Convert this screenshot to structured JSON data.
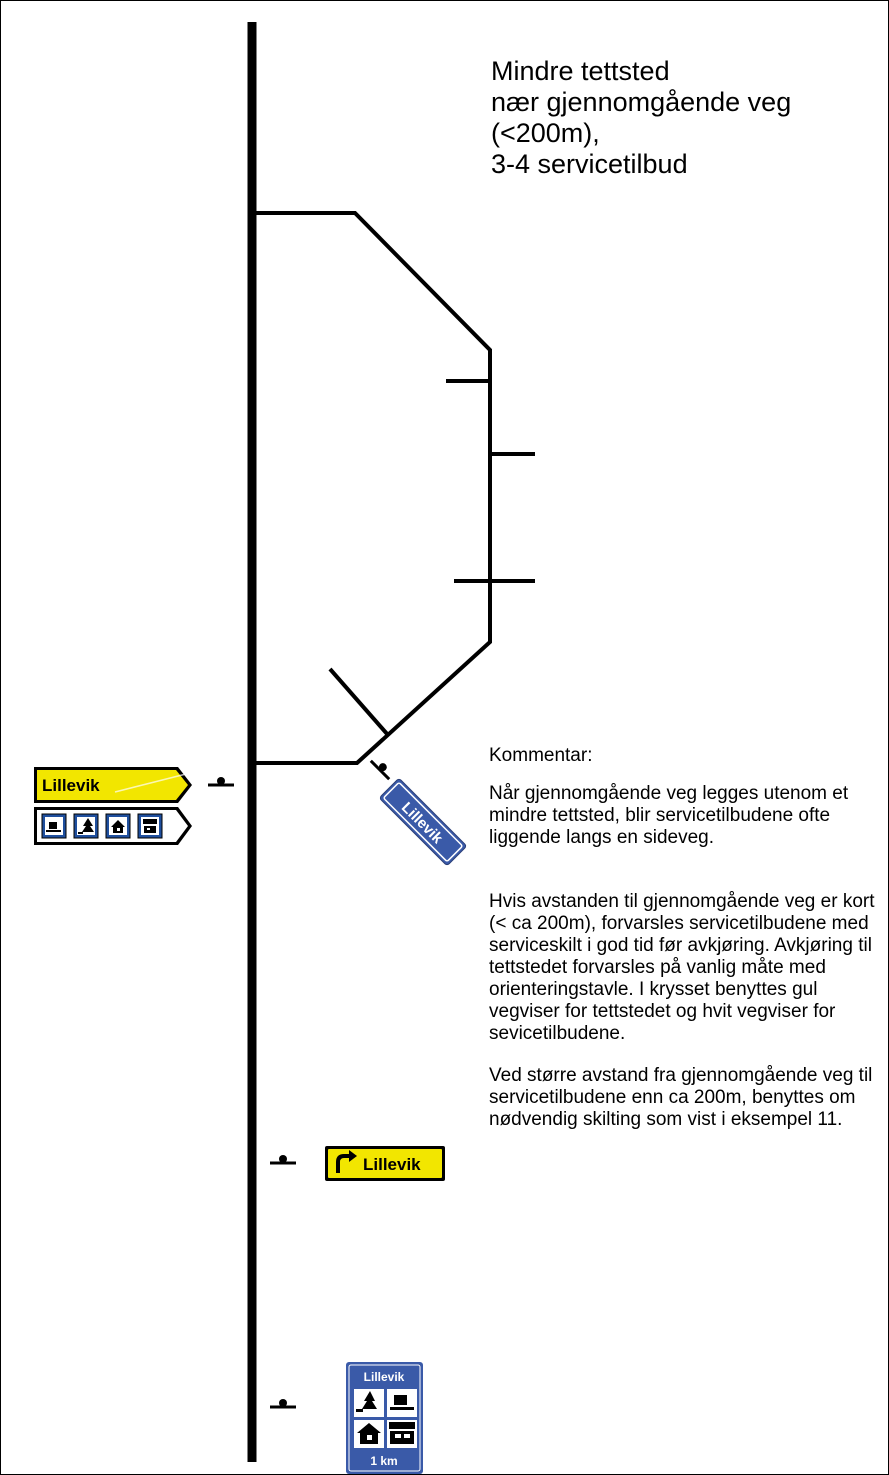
{
  "title": {
    "lines": [
      "Mindre tettsted",
      "nær gjennomgående veg",
      "(<200m),",
      "3-4 servicetilbud"
    ]
  },
  "comment": {
    "heading": "Kommentar:",
    "paragraphs": [
      "Når gjennomgående veg legges utenom et mindre tettsted, blir servicetilbudene ofte liggende langs en sideveg.",
      "Hvis avstanden til gjennomgående veg er kort (< ca 200m), forvarsles servicetilbudene med serviceskilt i god tid før avkjøring. Avkjøring til tettstedet forvarsles på vanlig måte med orienteringstavle. I krysset benyttes gul vegviser for tettstedet og hvit vegviser for sevicetilbudene.",
      "Ved større avstand fra gjennomgående veg til servicetilbudene enn ca 200m, benyttes om nødvendig skilting som vist i eksempel 11."
    ]
  },
  "signs": {
    "yellow_direction": {
      "text": "Lillevik",
      "color": "#f2e600",
      "icons": []
    },
    "white_service": {
      "icons": [
        "cafe-icon",
        "campground-icon",
        "cabin-icon",
        "lodging-icon"
      ]
    },
    "place_name": {
      "text": "Lillevik",
      "color": "#3a5aa8",
      "icons": []
    },
    "turn_right": {
      "text": "Lillevik",
      "color": "#f2e600",
      "icons": [
        "turn-right-arrow-icon"
      ]
    },
    "service_panel": {
      "title": "Lillevik",
      "distance": "1 km",
      "color": "#3a5aa8",
      "icons": [
        "campground-icon",
        "cafe-icon",
        "cabin-icon",
        "lodging-icon"
      ]
    }
  }
}
